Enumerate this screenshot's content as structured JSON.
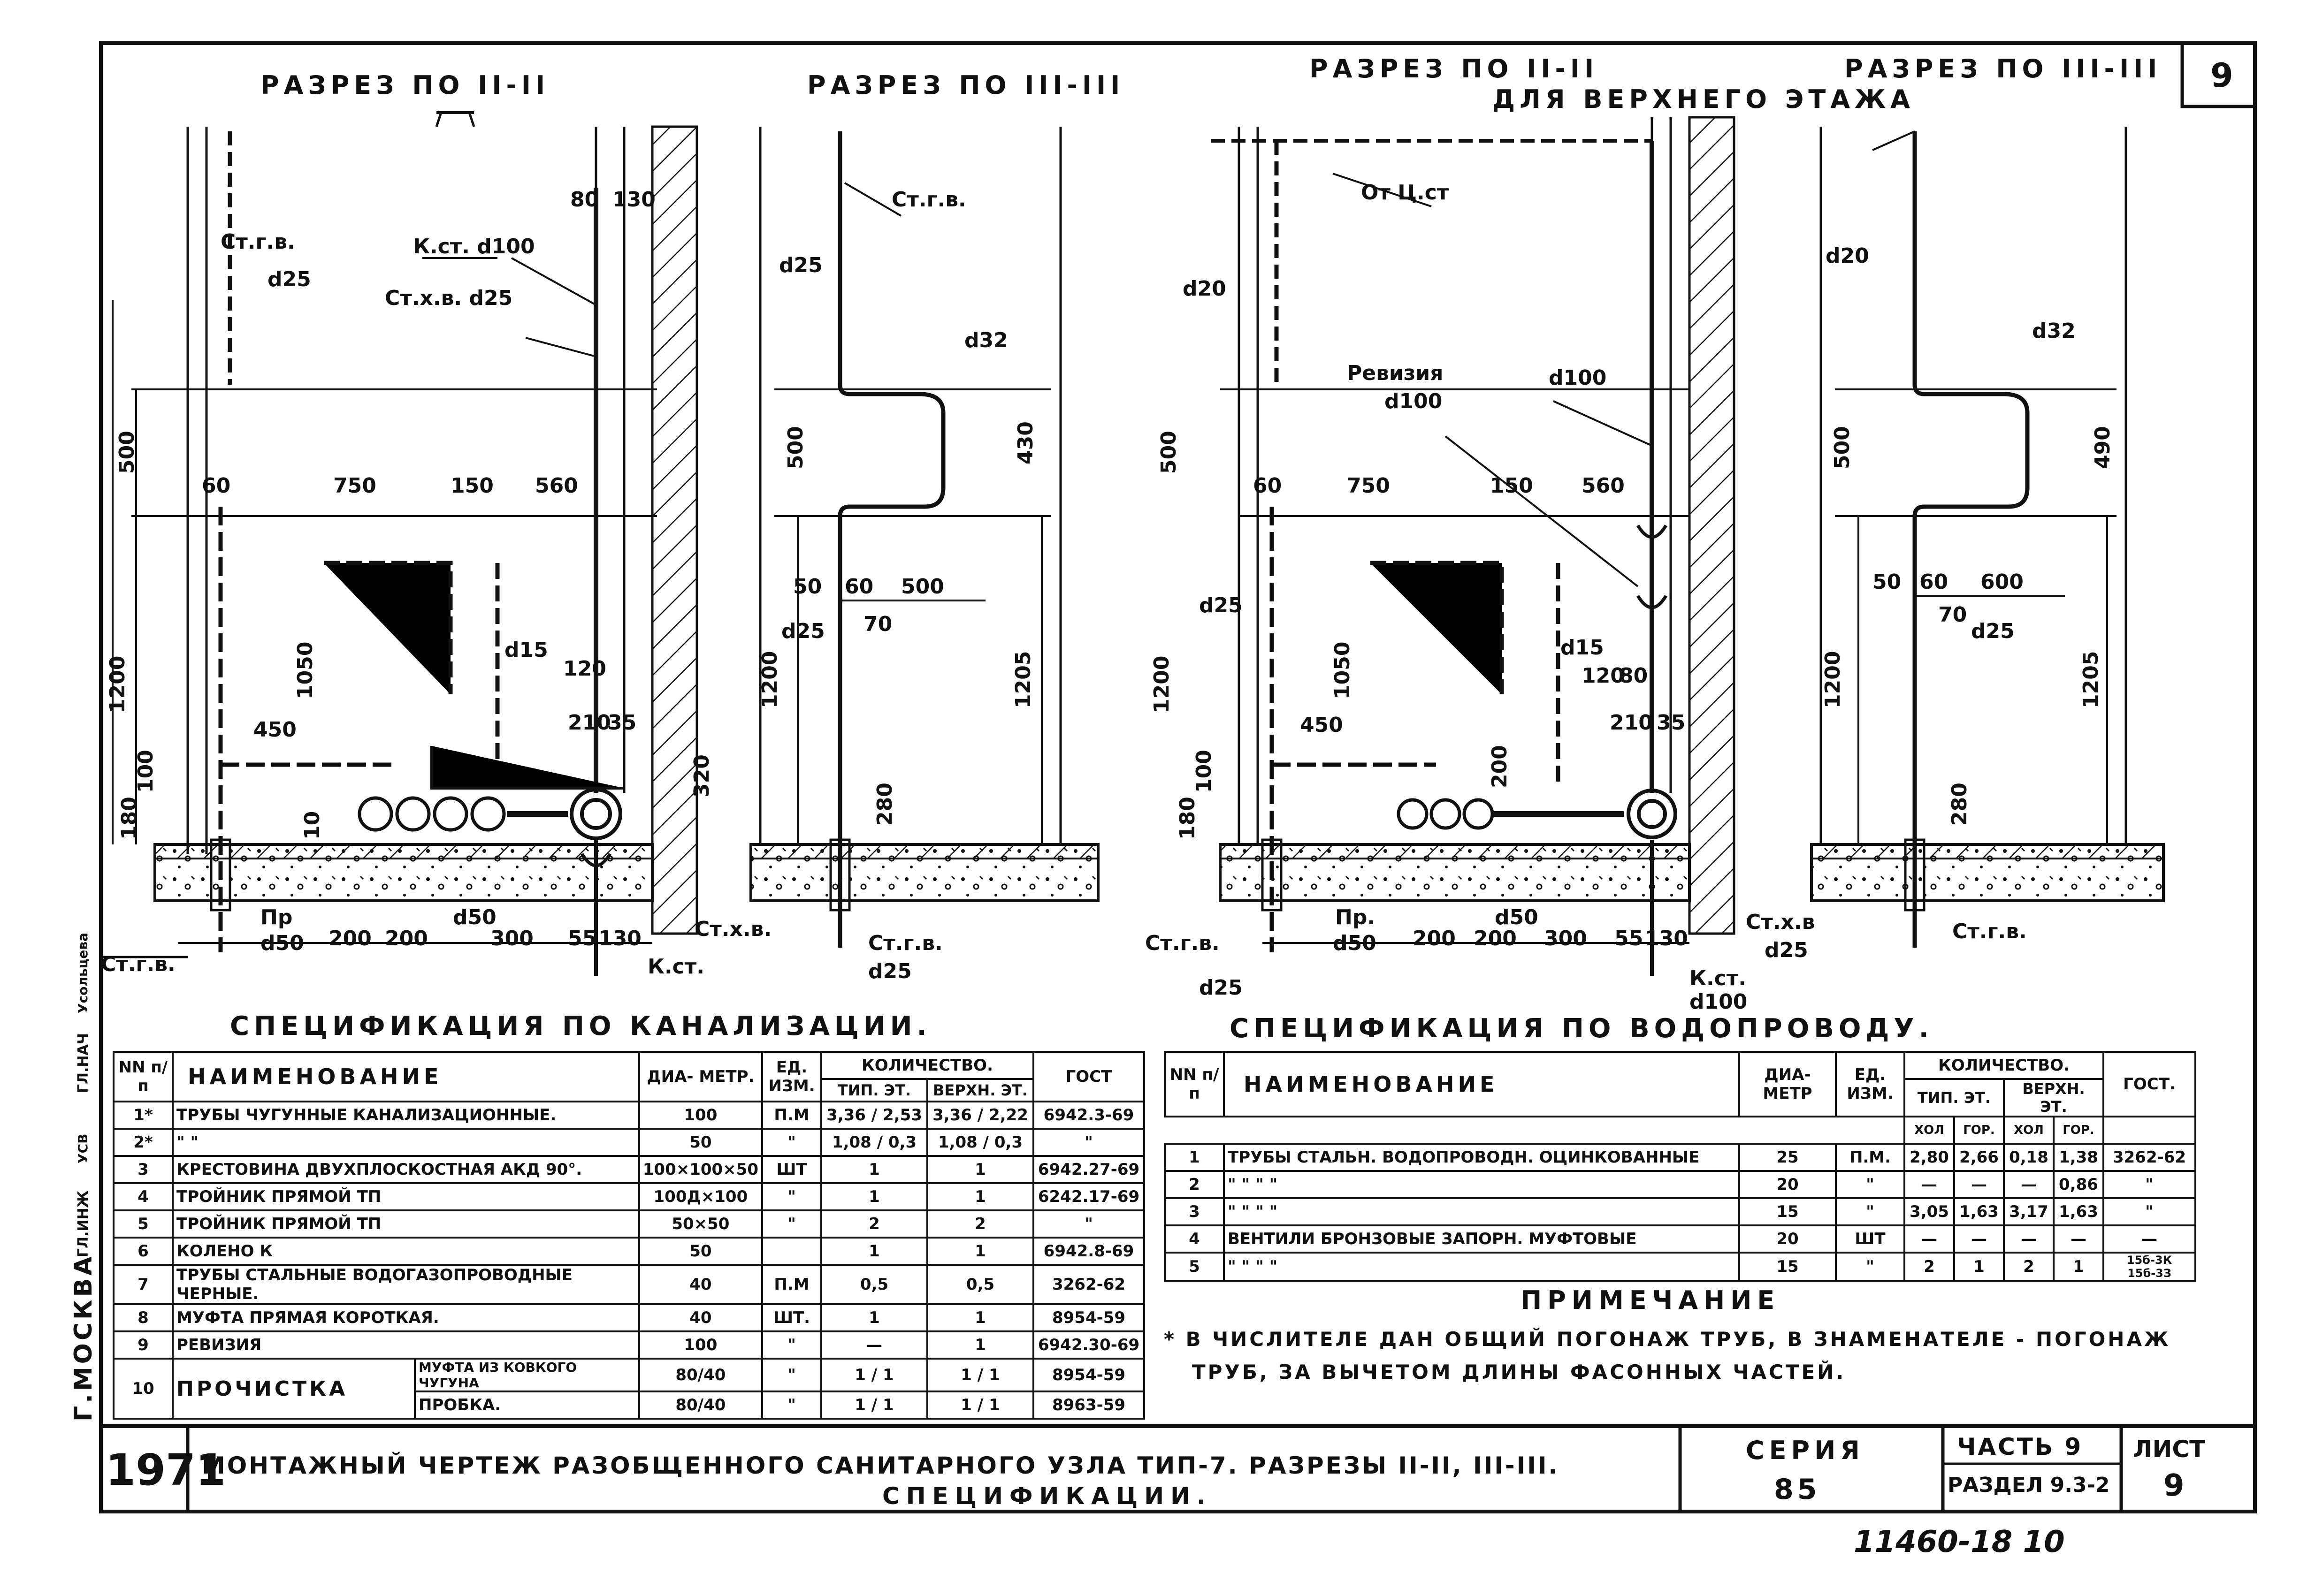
{
  "sheet_number_top": "9",
  "stamp": {
    "city": "Г.МОСКВА",
    "role": "ГЛ.НАЧ",
    "role2": "ГЛ.ИНЖ",
    "name": "Усольцева",
    "extra": "УСВ"
  },
  "sections": {
    "s1": {
      "title": "РАЗРЕЗ ПО II-II",
      "labels": [
        "Ст.г.в.",
        "d25",
        "К.ст. d100",
        "Ст.х.в. d25",
        "d15",
        "Пр",
        "d50",
        "d50",
        "Ст.г.в.",
        "К.ст.",
        "Ст.х.в."
      ],
      "dims": [
        "80",
        "130",
        "60",
        "750",
        "150",
        "560",
        "450",
        "120",
        "210",
        "35",
        "200",
        "200",
        "300",
        "55",
        "130",
        "180",
        "100",
        "10",
        "320"
      ],
      "vdims": [
        "500",
        "1200",
        "1050"
      ]
    },
    "s2": {
      "title": "РАЗРЕЗ ПО III-III",
      "labels": [
        "Ст.г.в.",
        "d25",
        "d32",
        "d25",
        "Ст.г.в.",
        "d25"
      ],
      "dims": [
        "50",
        "60",
        "500",
        "70"
      ],
      "vdims": [
        "500",
        "430",
        "1200",
        "1205",
        "280"
      ]
    },
    "s3": {
      "title": "РАЗРЕЗ ПО II-II",
      "subtitle": "ДЛЯ ВЕРХНЕГО ЭТАЖА",
      "labels": [
        "От Ц.ст",
        "d20",
        "Ревизия",
        "d100",
        "d100",
        "d25",
        "d15",
        "Пр.",
        "d50",
        "d50",
        "Ст.г.в.",
        "d25",
        "Ст.х.в",
        "d25",
        "К.ст.",
        "d100"
      ],
      "dims": [
        "60",
        "750",
        "150",
        "560",
        "120",
        "80",
        "450",
        "210",
        "35",
        "200",
        "200",
        "200",
        "300",
        "55",
        "130",
        "180",
        "100"
      ],
      "vdims": [
        "500",
        "1200",
        "1050"
      ]
    },
    "s4": {
      "title": "РАЗРЕЗ ПО III-III",
      "labels": [
        "d20",
        "d32",
        "d25",
        "Ст.г.в."
      ],
      "dims": [
        "50",
        "60",
        "600",
        "70"
      ],
      "vdims": [
        "500",
        "490",
        "1200",
        "1205",
        "280"
      ]
    }
  },
  "spec_sewer": {
    "title": "СПЕЦИФИКАЦИЯ ПО КАНАЛИЗАЦИИ.",
    "headers": {
      "nn": "NN п/п",
      "name": "НАИМЕНОВАНИЕ",
      "diam": "ДИА- МЕТР.",
      "unit": "ЕД. ИЗМ.",
      "qty": "КОЛИЧЕСТВО.",
      "typ": "ТИП. ЭТ.",
      "top": "ВЕРХН. ЭТ.",
      "gost": "ГОСТ"
    },
    "rows": [
      {
        "nn": "1*",
        "name": "ТРУБЫ ЧУГУННЫЕ КАНАЛИЗАЦИОННЫЕ.",
        "diam": "100",
        "unit": "П.М",
        "typ": "3,36 / 2,53",
        "top": "3,36 / 2,22",
        "gost": "6942.3-69"
      },
      {
        "nn": "2*",
        "name": "\"          \"",
        "diam": "50",
        "unit": "\"",
        "typ": "1,08 / 0,3",
        "top": "1,08 / 0,3",
        "gost": "\""
      },
      {
        "nn": "3",
        "name": "КРЕСТОВИНА ДВУХПЛОСКОСТНАЯ  АКД 90°.",
        "diam": "100×100×50",
        "unit": "ШТ",
        "typ": "1",
        "top": "1",
        "gost": "6942.27-69"
      },
      {
        "nn": "4",
        "name": "ТРОЙНИК ПРЯМОЙ  ТП",
        "diam": "100Д×100",
        "unit": "\"",
        "typ": "1",
        "top": "1",
        "gost": "6242.17-69"
      },
      {
        "nn": "5",
        "name": "ТРОЙНИК ПРЯМОЙ  ТП",
        "diam": "50×50",
        "unit": "\"",
        "typ": "2",
        "top": "2",
        "gost": "\""
      },
      {
        "nn": "6",
        "name": "КОЛЕНО      К",
        "diam": "50",
        "unit": "",
        "typ": "1",
        "top": "1",
        "gost": "6942.8-69"
      },
      {
        "nn": "7",
        "name": "ТРУБЫ СТАЛЬНЫЕ ВОДОГАЗОПРОВОДНЫЕ ЧЕРНЫЕ.",
        "diam": "40",
        "unit": "П.М",
        "typ": "0,5",
        "top": "0,5",
        "gost": "3262-62"
      },
      {
        "nn": "8",
        "name": "МУФТА ПРЯМАЯ  КОРОТКАЯ.",
        "diam": "40",
        "unit": "ШТ.",
        "typ": "1",
        "top": "1",
        "gost": "8954-59"
      },
      {
        "nn": "9",
        "name": "РЕВИЗИЯ",
        "diam": "100",
        "unit": "\"",
        "typ": "—",
        "top": "1",
        "gost": "6942.30-69"
      }
    ],
    "row10": {
      "nn": "10",
      "name": "ПРОЧИСТКА",
      "sub": [
        {
          "name": "МУФТА ИЗ КОВКОГО ЧУГУНА",
          "diam": "80/40",
          "unit": "\"",
          "typ": "1 / 1",
          "top": "1 / 1",
          "gost": "8954-59"
        },
        {
          "name": "ПРОБКА.",
          "diam": "80/40",
          "unit": "\"",
          "typ": "1 / 1",
          "top": "1 / 1",
          "gost": "8963-59"
        }
      ]
    }
  },
  "spec_water": {
    "title": "СПЕЦИФИКАЦИЯ ПО ВОДОПРОВОДУ.",
    "headers": {
      "nn": "NN п/п",
      "name": "НАИМЕНОВАНИЕ",
      "diam": "ДИА- МЕТР",
      "unit": "ЕД. ИЗМ.",
      "qty": "КОЛИЧЕСТВО.",
      "typ": "ТИП. ЭТ.",
      "top": "ВЕРХН. ЭТ.",
      "hol": "ХОЛ",
      "gor": "ГОР.",
      "gost": "ГОСТ."
    },
    "rows": [
      {
        "nn": "1",
        "name": "ТРУБЫ СТАЛЬН. ВОДОПРОВОДН. ОЦИНКОВАННЫЕ",
        "diam": "25",
        "unit": "П.М.",
        "v": [
          "2,80",
          "2,66",
          "0,18",
          "1,38"
        ],
        "gost": "3262-62"
      },
      {
        "nn": "2",
        "name": "\"      \"      \"      \"",
        "diam": "20",
        "unit": "\"",
        "v": [
          "—",
          "—",
          "—",
          "0,86"
        ],
        "gost": "\""
      },
      {
        "nn": "3",
        "name": "\"      \"      \"      \"",
        "diam": "15",
        "unit": "\"",
        "v": [
          "3,05",
          "1,63",
          "3,17",
          "1,63"
        ],
        "gost": "\""
      },
      {
        "nn": "4",
        "name": "ВЕНТИЛИ БРОНЗОВЫЕ ЗАПОРН. МУФТОВЫЕ",
        "diam": "20",
        "unit": "ШТ",
        "v": [
          "—",
          "—",
          "—",
          "—"
        ],
        "gost": "—"
      },
      {
        "nn": "5",
        "name": "\"       \"       \"       \"",
        "diam": "15",
        "unit": "\"",
        "v": [
          "2",
          "1",
          "2",
          "1"
        ],
        "gost": "15б-3К 15б-3З"
      }
    ]
  },
  "note": {
    "title": "ПРИМЕЧАНИЕ",
    "line1": "* В ЧИСЛИТЕЛЕ ДАН ОБЩИЙ ПОГОНАЖ ТРУБ, В ЗНАМЕНАТЕЛЕ - ПОГОНАЖ",
    "line2": "ТРУБ, ЗА ВЫЧЕТОМ  ДЛИНЫ  ФАСОННЫХ  ЧАСТЕЙ."
  },
  "title_block": {
    "year": "1971",
    "title_line1": "МОНТАЖНЫЙ ЧЕРТЕЖ  РАЗОБЩЕННОГО САНИТАРНОГО УЗЛА ТИП-7. РАЗРЕЗЫ II-II, III-III.",
    "title_line2": "СПЕЦИФИКАЦИИ.",
    "series_label": "СЕРИЯ",
    "series_value": "85",
    "part": "ЧАСТЬ 9",
    "section": "РАЗДЕЛ 9.3-2",
    "sheet_label": "ЛИСТ",
    "sheet_value": "9"
  },
  "footer_code": "11460-18   10"
}
